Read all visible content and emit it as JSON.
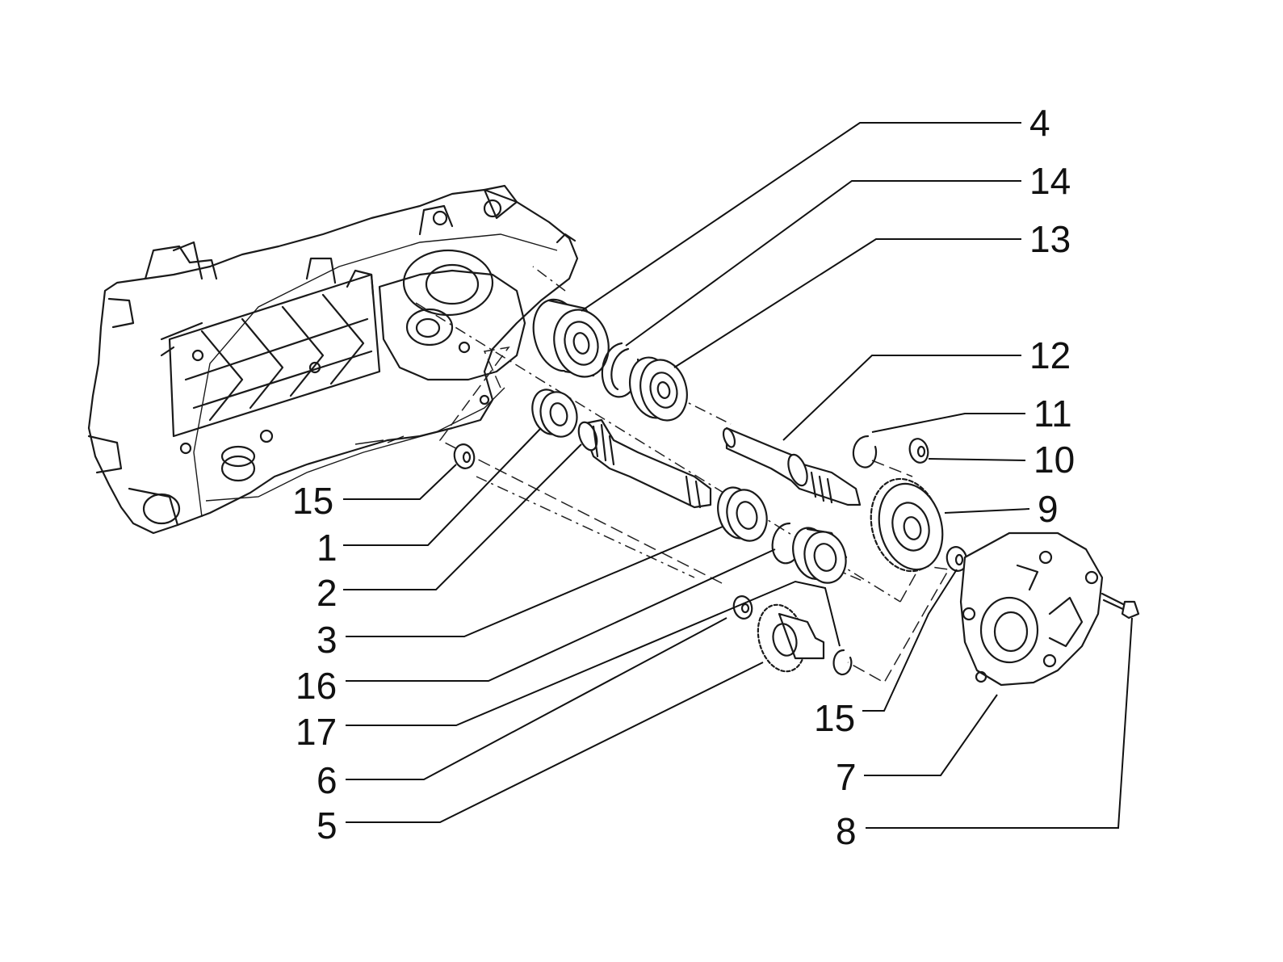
{
  "callouts": [
    {
      "id": "4",
      "label": "4"
    },
    {
      "id": "14",
      "label": "14"
    },
    {
      "id": "13",
      "label": "13"
    },
    {
      "id": "12",
      "label": "12"
    },
    {
      "id": "11",
      "label": "11"
    },
    {
      "id": "10",
      "label": "10"
    },
    {
      "id": "9",
      "label": "9"
    },
    {
      "id": "15a",
      "label": "15"
    },
    {
      "id": "1",
      "label": "1"
    },
    {
      "id": "2",
      "label": "2"
    },
    {
      "id": "3",
      "label": "3"
    },
    {
      "id": "16",
      "label": "16"
    },
    {
      "id": "17",
      "label": "17"
    },
    {
      "id": "6",
      "label": "6"
    },
    {
      "id": "5",
      "label": "5"
    },
    {
      "id": "15b",
      "label": "15"
    },
    {
      "id": "7",
      "label": "7"
    },
    {
      "id": "8",
      "label": "8"
    }
  ]
}
